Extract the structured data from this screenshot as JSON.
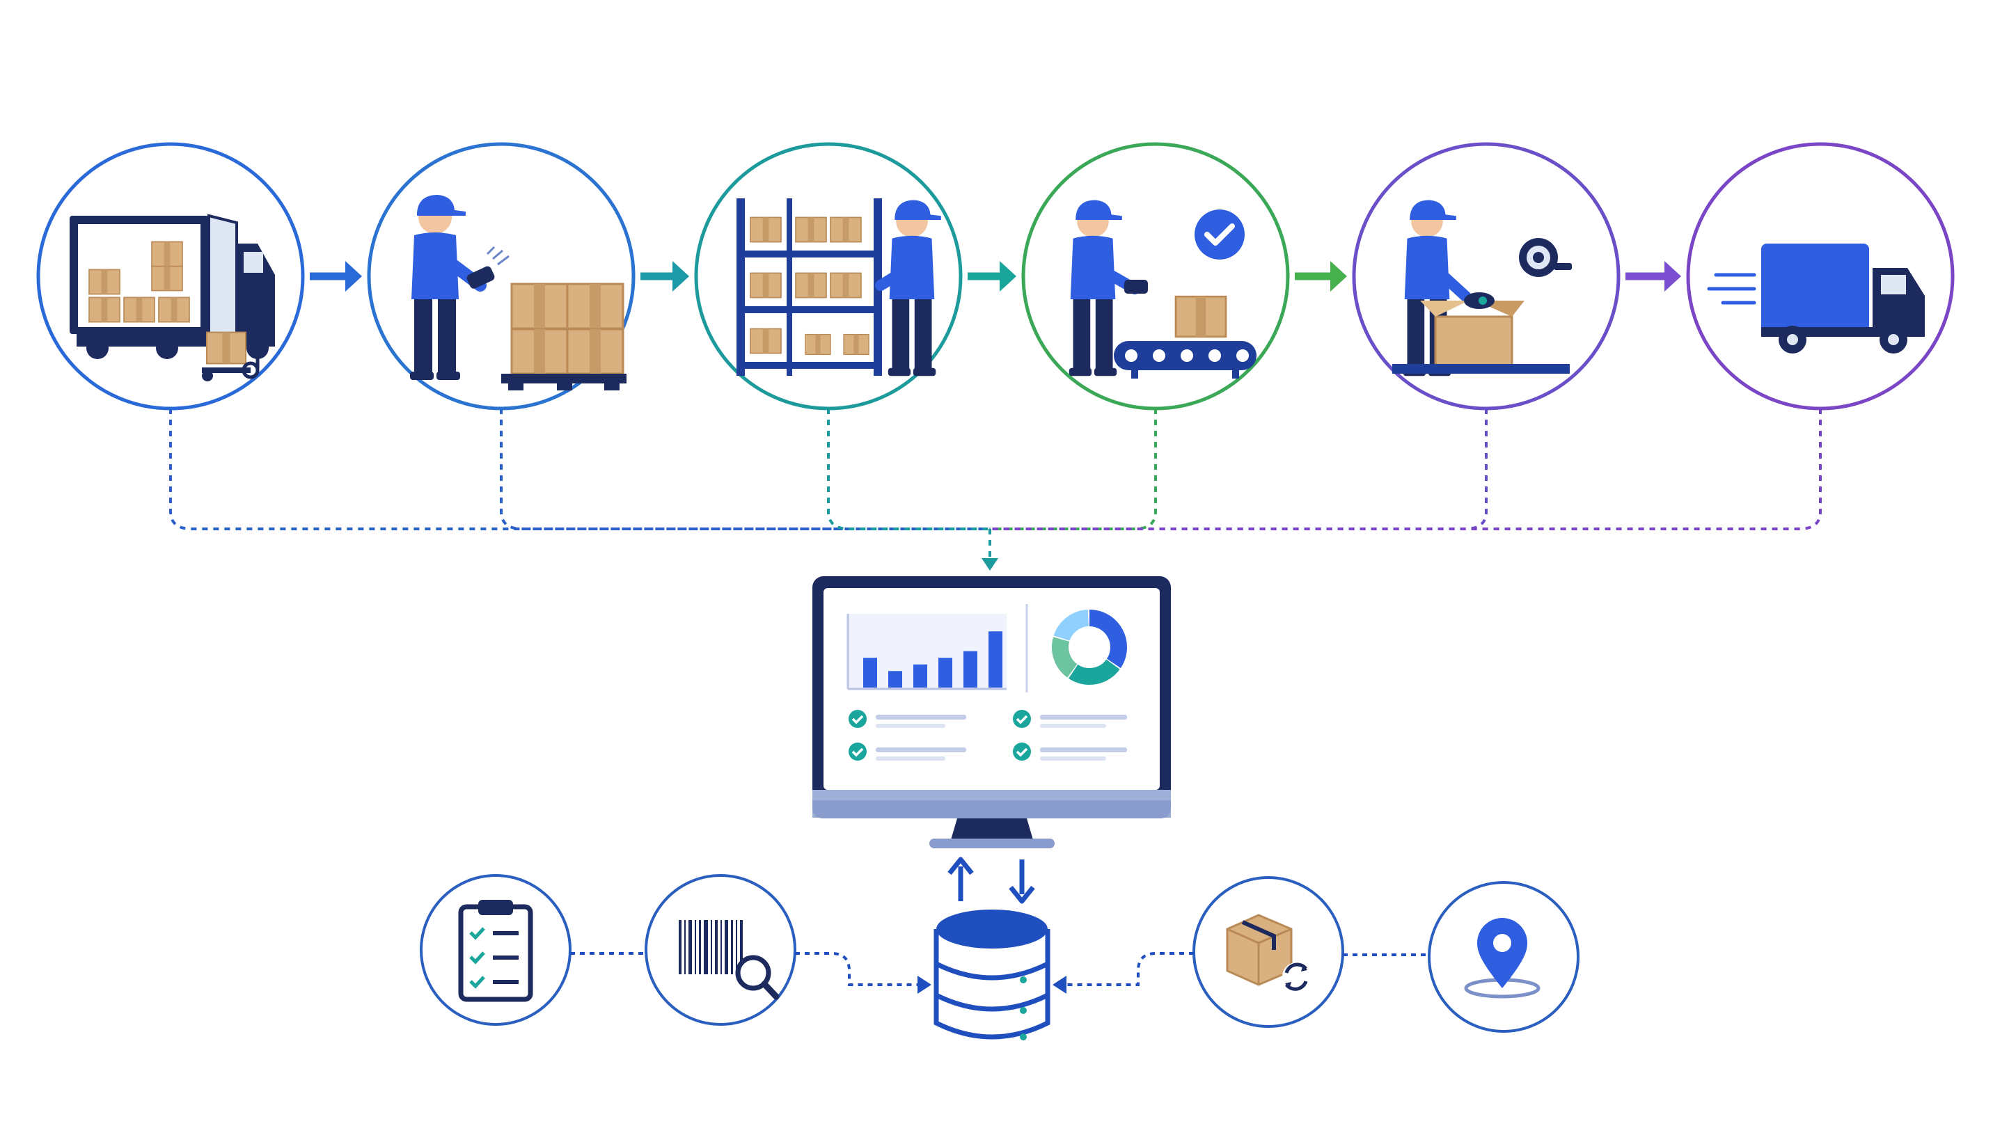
{
  "colors": {
    "background": "#ffffff",
    "navy": "#1c2a5e",
    "primary_blue": "#2f5fe0",
    "cardboard": "#d9b07f",
    "cardboard_dark": "#b98a55",
    "skin": "#f2c6a0",
    "step_ring_colors": [
      "#2a6ad8",
      "#2a73d0",
      "#1d9a9c",
      "#3aa856",
      "#6a4fc8",
      "#7a46c6"
    ],
    "step_arrow_colors": [
      "#2a6ad8",
      "#1d9aa8",
      "#1aa59a",
      "#46b04e",
      "#7a4fd0"
    ],
    "connector_colors": [
      "#2a60c8",
      "#2a60c8",
      "#1d9a9c",
      "#3aa856",
      "#6a4fc8",
      "#7a46c6"
    ],
    "check_teal": "#1aa69c",
    "donut_colors": [
      "#2f5fe0",
      "#1aa69c",
      "#6cc3a0",
      "#8fd0ff"
    ],
    "small_ring": "#2a5fc0"
  },
  "process_steps": [
    {
      "id": "receiving",
      "icon": "delivery-truck-unloading-icon"
    },
    {
      "id": "scanning",
      "icon": "worker-barcode-scanner-icon"
    },
    {
      "id": "storage",
      "icon": "warehouse-shelf-icon"
    },
    {
      "id": "quality-check",
      "icon": "conveyor-verification-icon"
    },
    {
      "id": "packing",
      "icon": "packing-station-icon"
    },
    {
      "id": "shipping",
      "icon": "shipping-truck-icon"
    }
  ],
  "dashboard": {
    "icon": "computer-monitor-icon",
    "bar_chart_values": [
      0.45,
      0.25,
      0.35,
      0.45,
      0.55,
      0.85
    ],
    "donut_fractions": [
      0.35,
      0.25,
      0.2,
      0.2
    ]
  },
  "database": {
    "icon": "database-icon"
  },
  "data_sources": [
    {
      "id": "checklist",
      "icon": "clipboard-checklist-icon"
    },
    {
      "id": "barcode-lookup",
      "icon": "barcode-search-icon"
    },
    {
      "id": "inventory-sync",
      "icon": "package-sync-icon"
    },
    {
      "id": "location-tracking",
      "icon": "location-pin-icon"
    }
  ]
}
